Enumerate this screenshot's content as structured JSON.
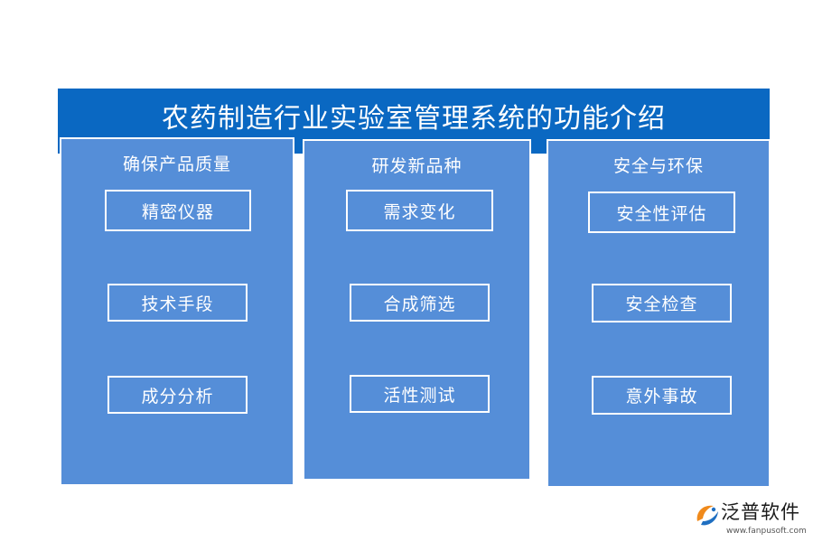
{
  "title": "农药制造行业实验室管理系统的功能介绍",
  "panels": [
    {
      "heading": "确保产品质量",
      "items": [
        "精密仪器",
        "技术手段",
        "成分分析"
      ]
    },
    {
      "heading": "研发新品种",
      "items": [
        "需求变化",
        "合成筛选",
        "活性测试"
      ]
    },
    {
      "heading": "安全与环保",
      "items": [
        "安全性评估",
        "安全检查",
        "意外事故"
      ]
    }
  ],
  "logo": {
    "name": "泛普软件",
    "url": "www.fanpusoft.com",
    "colors": {
      "orange": "#f08a1c",
      "blue": "#1f6fc1"
    }
  },
  "colors": {
    "title_bar": "#0a68c2",
    "panel_fill": "#558ed8",
    "border": "#ffffff"
  }
}
